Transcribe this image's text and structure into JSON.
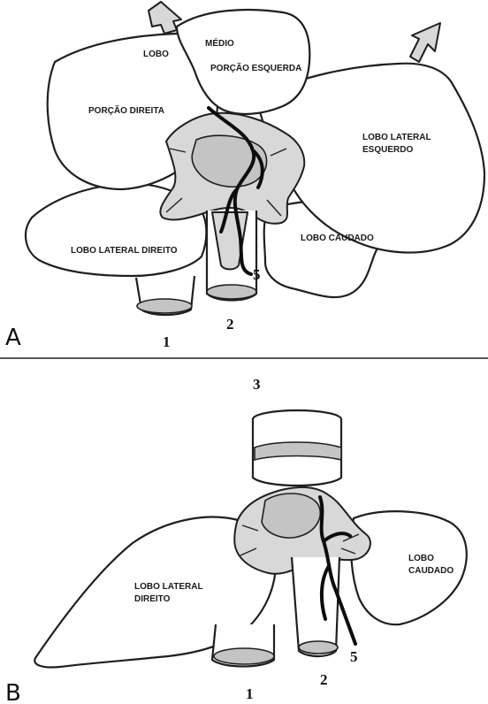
{
  "panel_a": {
    "letter": "A",
    "labels": {
      "lobo": "LOBO",
      "medio": "MÉDIO",
      "porcao_esquerda": "PORÇÃO ESQUERDA",
      "porcao_direita": "PORÇÃO DIREITA",
      "lobo_lateral_esquerdo_1": "LOBO LATERAL",
      "lobo_lateral_esquerdo_2": "ESQUERDO",
      "lobo_lateral_direito": "LOBO LATERAL DIREITO",
      "lobo_caudado": "LOBO CAUDADO"
    },
    "numbers": {
      "n1": "1",
      "n2": "2",
      "n5": "5"
    }
  },
  "panel_b": {
    "letter": "B",
    "labels": {
      "lobo_lateral_direito_1": "LOBO LATERAL",
      "lobo_lateral_direito_2": "DIREITO",
      "lobo_caudado_1": "LOBO",
      "lobo_caudado_2": "CAUDADO"
    },
    "numbers": {
      "n1": "1",
      "n2": "2",
      "n3": "3",
      "n5": "5"
    }
  }
}
